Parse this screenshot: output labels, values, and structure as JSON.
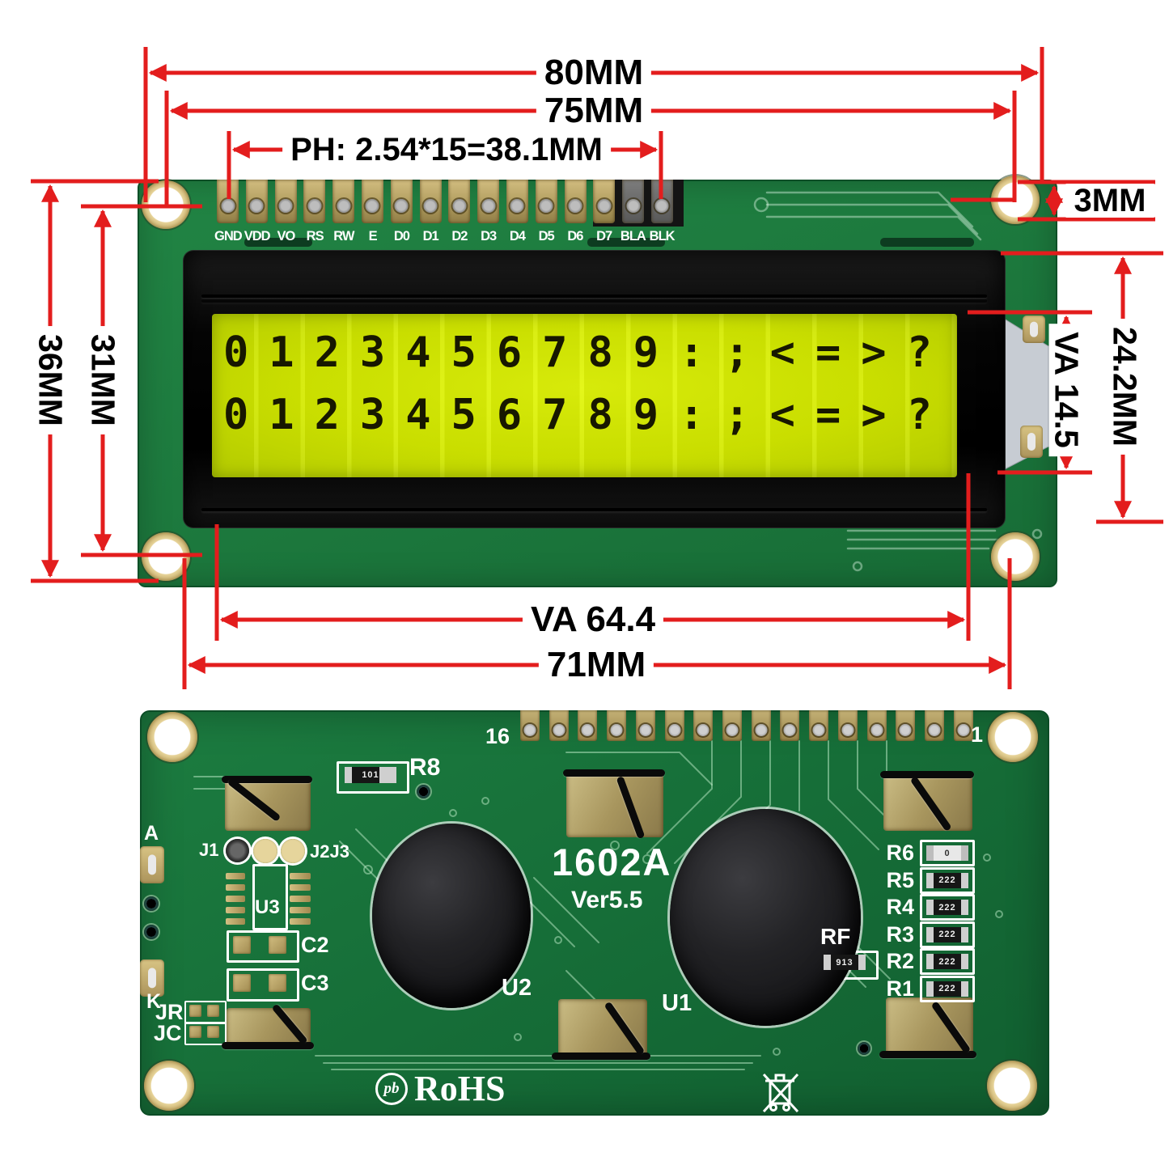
{
  "dims": {
    "w80": "80MM",
    "w75": "75MM",
    "pitch": "PH: 2.54*15=38.1MM",
    "hole_offset": "3MM",
    "h36": "36MM",
    "h31": "31MM",
    "bezel_h": "24.2MM",
    "va_h": "VA 14.5",
    "va_w": "VA 64.4",
    "w71": "71MM"
  },
  "front": {
    "pins": [
      "GND",
      "VDD",
      "VO",
      "RS",
      "RW",
      "E",
      "D0",
      "D1",
      "D2",
      "D3",
      "D4",
      "D5",
      "D6",
      "D7",
      "BLA",
      "BLK"
    ],
    "lcd": {
      "line1": "0123456789:;<=>?",
      "line2": "0123456789:;<=>?"
    }
  },
  "back": {
    "pin_start": "16",
    "pin_end": "1",
    "model": "1602A",
    "version": "Ver5.5",
    "labels": {
      "r8": "R8",
      "a": "A",
      "k": "K",
      "j1": "J1",
      "j2j3": "J2J3",
      "u3": "U3",
      "c2": "C2",
      "c3": "C3",
      "jr": "JR",
      "jc": "JC",
      "rf": "RF",
      "u2": "U2",
      "u1": "U1",
      "rohs": "RoHS",
      "pb": "pb"
    },
    "r8_marking": "101",
    "rf_marking": "913",
    "resistors": [
      {
        "label": "R6",
        "marking": "0"
      },
      {
        "label": "R5",
        "marking": "222"
      },
      {
        "label": "R4",
        "marking": "222"
      },
      {
        "label": "R3",
        "marking": "222"
      },
      {
        "label": "R2",
        "marking": "222"
      },
      {
        "label": "R1",
        "marking": "222"
      }
    ]
  },
  "icons": {
    "weee_bin": "crossed-out-wheelie-bin",
    "lead_free": "pb-circle"
  },
  "colors": {
    "dimension_red": "#e31d1d",
    "pcb_front_green": "#1d7a3e",
    "pcb_back_green": "#166e38",
    "lcd_yellow": "#d4ea00",
    "pad_gold": "#b7a265",
    "bezel_black": "#0a0a0a"
  }
}
